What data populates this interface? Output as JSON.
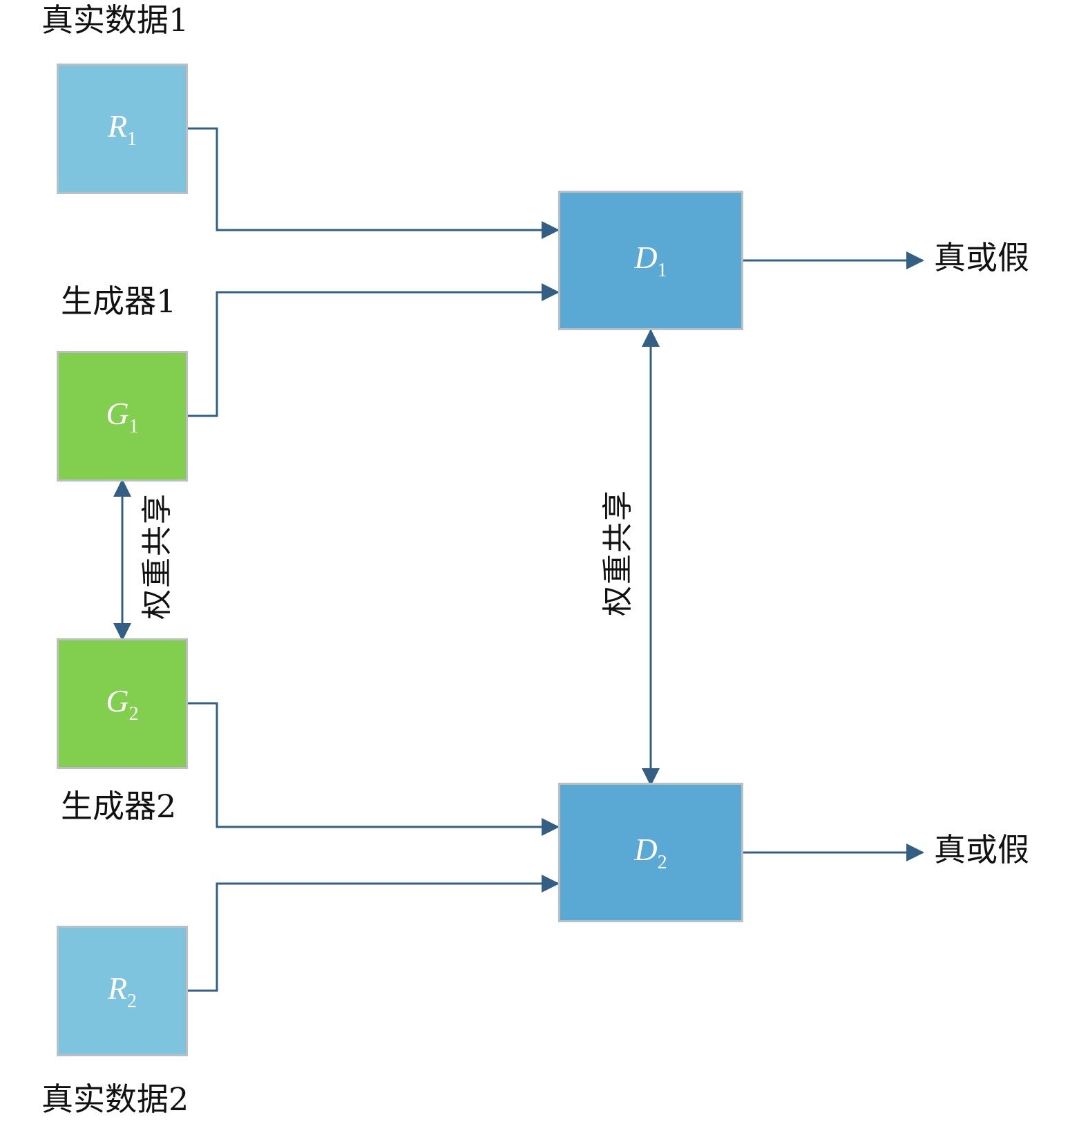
{
  "nodes": {
    "r1": {
      "symbol": "R",
      "sub": "1",
      "caption": "真实数据1"
    },
    "g1": {
      "symbol": "G",
      "sub": "1",
      "caption": "生成器1"
    },
    "g2": {
      "symbol": "G",
      "sub": "2",
      "caption": "生成器2"
    },
    "r2": {
      "symbol": "R",
      "sub": "2",
      "caption": "真实数据2"
    },
    "d1": {
      "symbol": "D",
      "sub": "1",
      "output": "真或假"
    },
    "d2": {
      "symbol": "D",
      "sub": "2",
      "output": "真或假"
    }
  },
  "edges": {
    "gen_share": "权重共享",
    "disc_share": "权重共享"
  },
  "colors": {
    "real": "#7fc4df",
    "generator": "#82cf50",
    "discriminator": "#5aa9d4",
    "arrow": "#335f85"
  }
}
